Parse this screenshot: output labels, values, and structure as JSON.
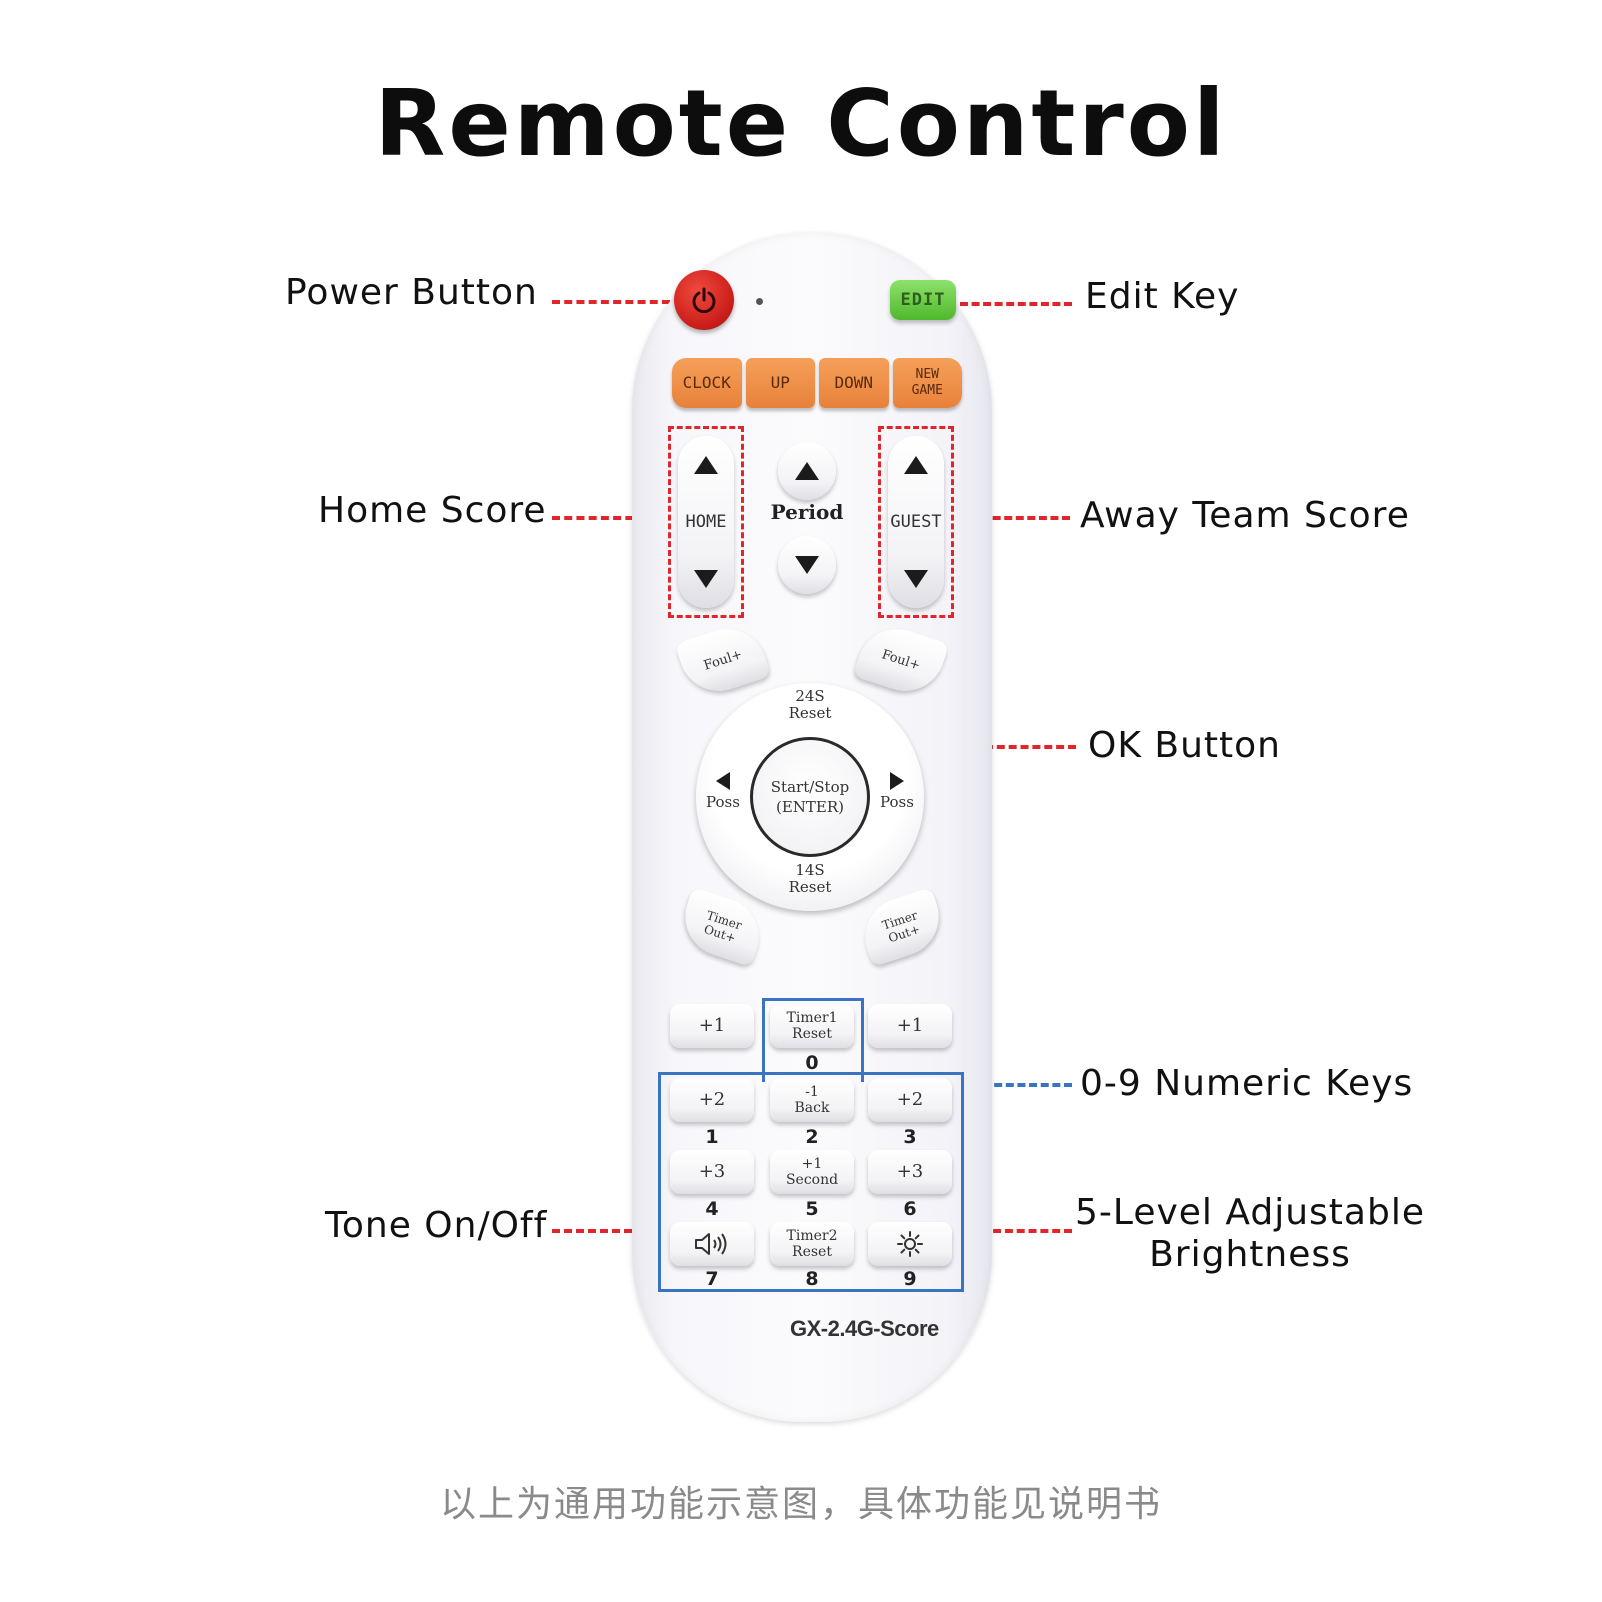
{
  "title": "Remote Control",
  "callouts": {
    "power": "Power Button",
    "edit": "Edit Key",
    "home": "Home Score",
    "away": "Away Team Score",
    "ok": "OK Button",
    "numeric": "0-9 Numeric Keys",
    "tone": "Tone On/Off",
    "brightness_line1": "5-Level Adjustable",
    "brightness_line2": "Brightness"
  },
  "remote": {
    "edit_label": "EDIT",
    "top_row": [
      "CLOCK",
      "UP",
      "DOWN",
      "NEW\nGAME"
    ],
    "home_label": "HOME",
    "guest_label": "GUEST",
    "period_label": "Period",
    "foul_label": "Foul+",
    "dpad": {
      "top": "24S\nReset",
      "bottom": "14S\nReset",
      "left": "Poss",
      "right": "Poss",
      "center": "Start/Stop\n(ENTER)"
    },
    "timer_out": "Timer\nOut+",
    "keys": [
      {
        "label": "+1",
        "num": ""
      },
      {
        "label": "Timer1\nReset",
        "num": "0"
      },
      {
        "label": "+1",
        "num": ""
      },
      {
        "label": "+2",
        "num": "1"
      },
      {
        "label": "-1\nBack",
        "num": "2"
      },
      {
        "label": "+2",
        "num": "3"
      },
      {
        "label": "+3",
        "num": "4"
      },
      {
        "label": "+1\nSecond",
        "num": "5"
      },
      {
        "label": "+3",
        "num": "6"
      },
      {
        "label": "",
        "num": "7"
      },
      {
        "label": "Timer2\nReset",
        "num": "8"
      },
      {
        "label": "",
        "num": "9"
      }
    ],
    "model": "GX-2.4G-Score"
  },
  "caption": "以上为通用功能示意图，具体功能见说明书",
  "colors": {
    "accent_red": "#e0262b",
    "accent_blue": "#3a73c2",
    "power": "#cc1f1b",
    "edit": "#5cc436",
    "orange": "#eb8a42"
  }
}
